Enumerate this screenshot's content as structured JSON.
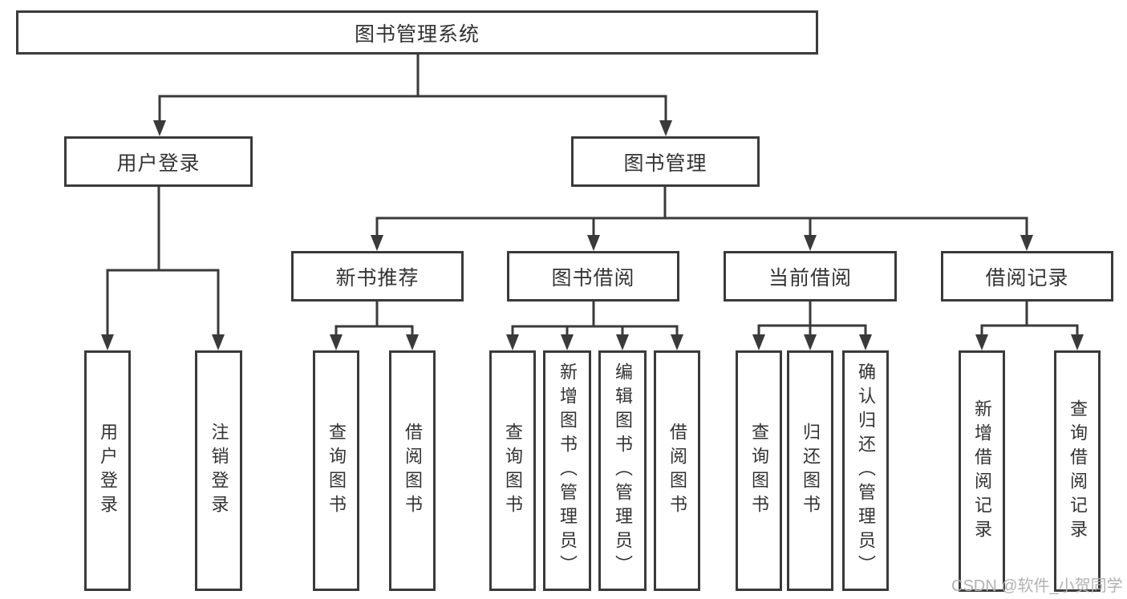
{
  "diagram": {
    "root": "图书管理系统",
    "branches": {
      "user_login": {
        "label": "用户登录",
        "children": [
          "用户登录",
          "注销登录"
        ]
      },
      "book_management": {
        "label": "图书管理",
        "sections": [
          {
            "label": "新书推荐",
            "children": [
              "查询图书",
              "借阅图书"
            ]
          },
          {
            "label": "图书借阅",
            "children": [
              "查询图书",
              "新增图书（管理员）",
              "编辑图书（管理员）",
              "借阅图书"
            ]
          },
          {
            "label": "当前借阅",
            "children": [
              "查询图书",
              "归还图书",
              "确认归还（管理员）"
            ]
          },
          {
            "label": "借阅记录",
            "children": [
              "新增借阅记录",
              "查询借阅记录"
            ]
          }
        ]
      }
    },
    "watermark": "CSDN @软件_小贺同学"
  },
  "colors": {
    "line": "#3a3a3a",
    "text": "#333333",
    "watermark": "#b2b2b2",
    "background": "#ffffff"
  }
}
